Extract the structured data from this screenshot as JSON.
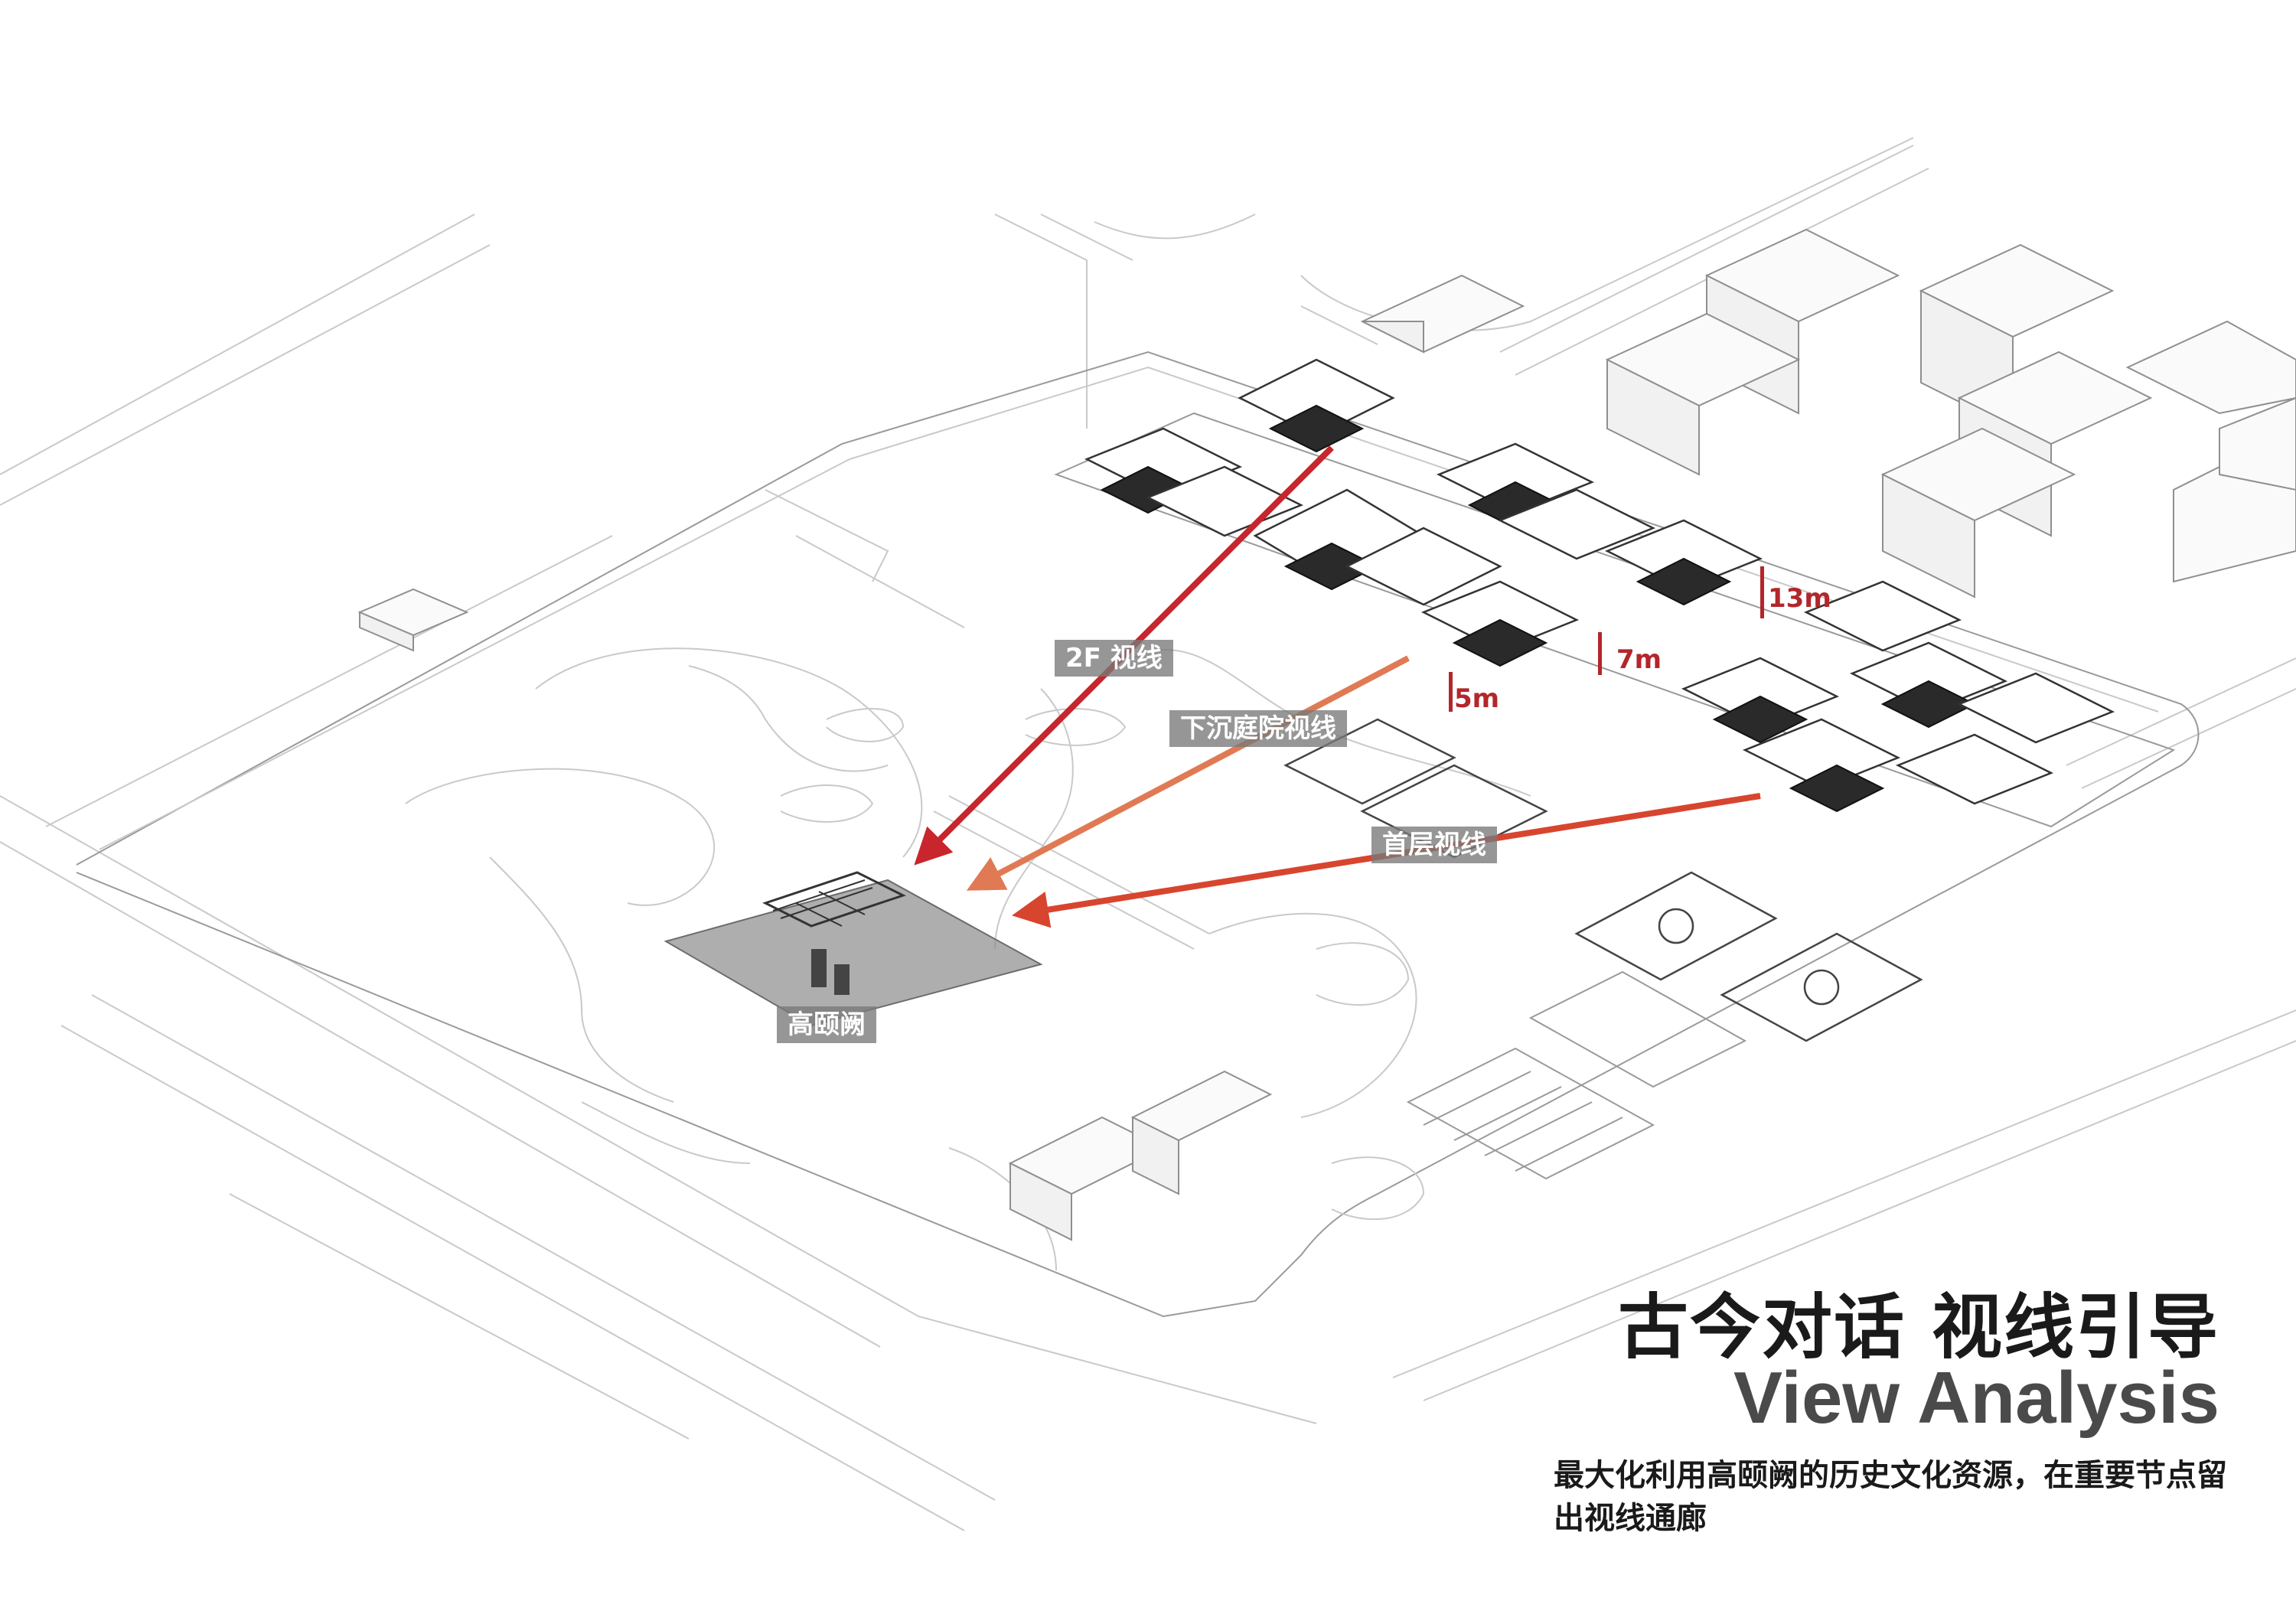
{
  "labels": {
    "sightline_2f": "2F 视线",
    "sightline_sunken": "下沉庭院视线",
    "sightline_ground": "首层视线",
    "landmark": "高颐阙"
  },
  "heights": {
    "h13": "13m",
    "h7": "7m",
    "h5": "5m"
  },
  "title": {
    "chinese": "古今对话 视线引导",
    "english": "View Analysis"
  },
  "description": "最大化利用高颐阙的历史文化资源，在重要节点留出视线通廊",
  "colors": {
    "arrow_2f": "#c8252c",
    "arrow_sunken": "#e07a55",
    "arrow_ground": "#d8452f",
    "height_marker": "#b3262b",
    "landmark_shade": "#8c8c8c"
  }
}
